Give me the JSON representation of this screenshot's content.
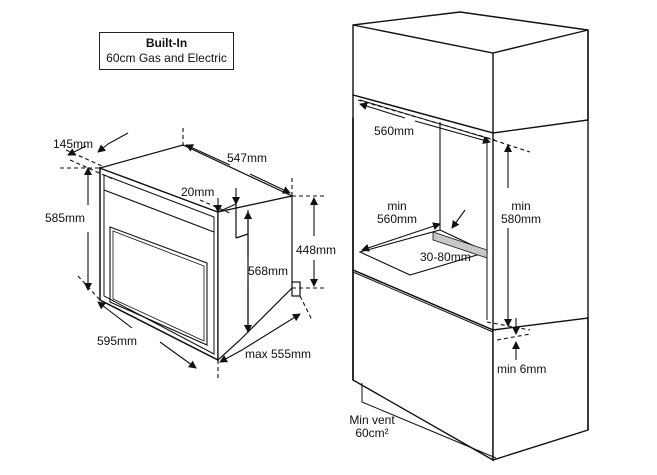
{
  "title": {
    "line1": "Built-In",
    "line2": "60cm Gas and Electric"
  },
  "oven_dimensions": {
    "depth_front": "145mm",
    "depth": "547mm",
    "step": "20mm",
    "height_overall": "585mm",
    "height_body": "568mm",
    "height_rear": "448mm",
    "width": "595mm",
    "depth_max": "max 555mm"
  },
  "cabinet_dimensions": {
    "opening_width": "560mm",
    "min_width_line1": "min",
    "min_width_line2": "560mm",
    "min_height_line1": "min",
    "min_height_line2": "580mm",
    "vent_gap": "30-80mm",
    "floor_gap": "min 6mm",
    "vent_line1": "Min vent",
    "vent_line2": "60cm²"
  }
}
